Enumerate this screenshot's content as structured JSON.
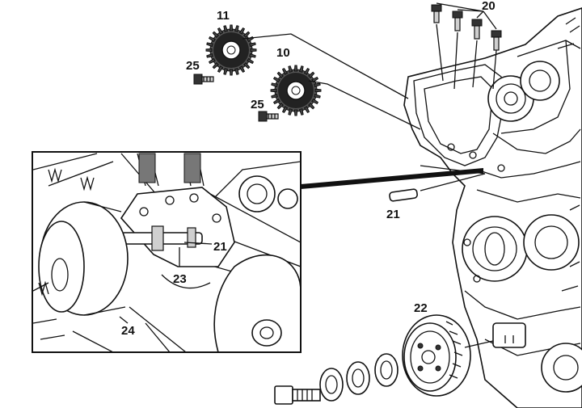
{
  "callouts": {
    "sprocket_upper": "11",
    "sprocket_lower": "10",
    "bolt_upper": "25",
    "bolt_lower": "25",
    "bolts_top": "20",
    "dowel_pin": "21",
    "detail_pin": "21",
    "detail_pulley_bolt": "23",
    "detail_pulley": "24",
    "crank_pulley": "22"
  }
}
